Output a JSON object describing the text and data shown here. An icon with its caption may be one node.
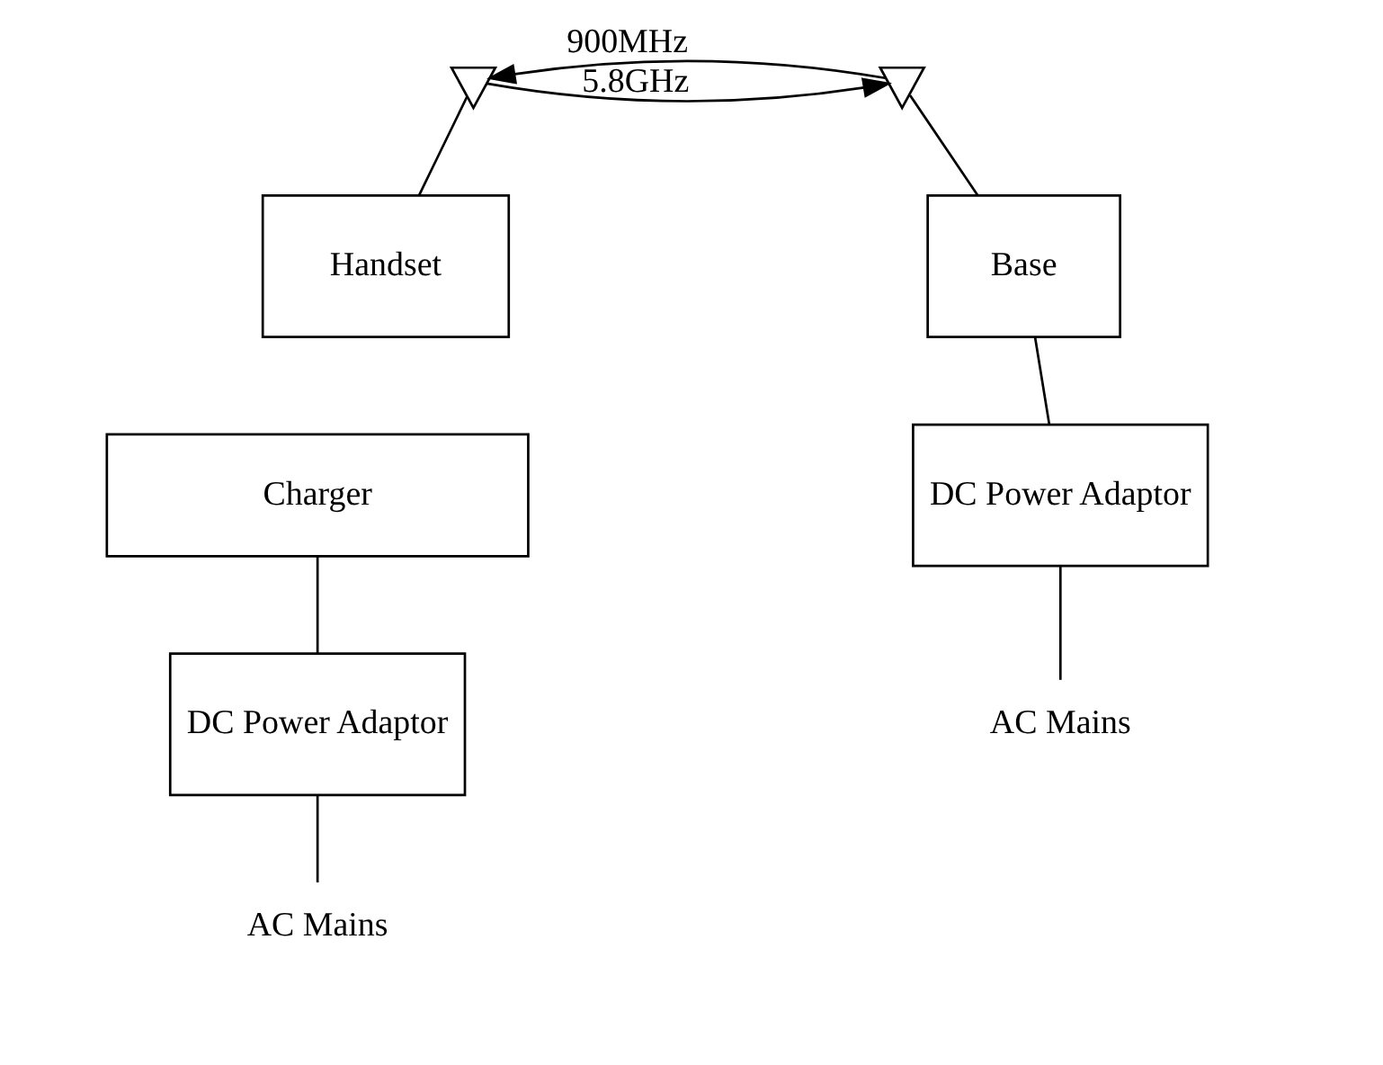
{
  "diagram": {
    "nodes": [
      {
        "text": [],
        "shape": "antenna"
      },
      {
        "text": [],
        "shape": "antenna"
      },
      {
        "text": [
          "Handset"
        ]
      },
      {
        "text": [
          "Base"
        ]
      },
      {
        "text": [
          "Charger"
        ]
      },
      {
        "text": [
          "DC Power Adaptor"
        ]
      },
      {
        "text": [
          "DC Power Adaptor"
        ]
      },
      {
        "text": [
          "AC Mains"
        ]
      },
      {
        "text": [
          "AC Mains"
        ]
      }
    ],
    "edges": [
      {
        "from": 0,
        "to": 1,
        "arrow": "to",
        "label": "5.8GHz"
      },
      {
        "from": 1,
        "to": 0,
        "arrow": "to",
        "label": "900MHz"
      },
      {
        "from": 0,
        "to": 2,
        "arrow": "none"
      },
      {
        "from": 1,
        "to": 3,
        "arrow": "none"
      },
      {
        "from": 4,
        "to": 6,
        "arrow": "none"
      },
      {
        "from": 6,
        "to": 8,
        "arrow": "none"
      },
      {
        "from": 3,
        "to": 5,
        "arrow": "none"
      },
      {
        "from": 5,
        "to": 7,
        "arrow": "none"
      }
    ]
  }
}
